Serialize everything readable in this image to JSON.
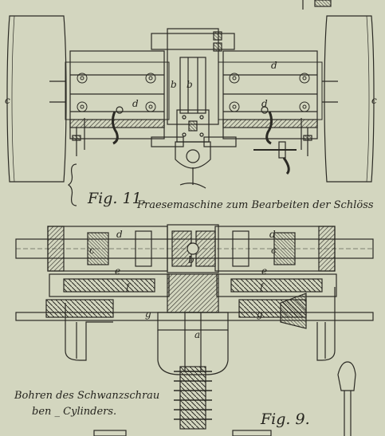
{
  "figure_11": {
    "caption_number": "Fig. 11.",
    "caption_text": "Fraesemaschine zum Bearbeiten der Schlöss"
  },
  "figure_9": {
    "caption_number": "Fig. 9.",
    "caption_text_line1": "Bohren des Schwanzschrau",
    "caption_text_line2": "ben _ Cylinders."
  },
  "labels": {
    "c_left": "c",
    "c_right": "c",
    "d_top": "d",
    "d_left": "d",
    "d_center": "d",
    "b_center": "b",
    "b_left_center": "b",
    "g_fig9_left": "g",
    "g_fig9_right": "g",
    "a_fig9": "a",
    "d_fig9_left": "d",
    "d_fig9_right": "d",
    "c_fig9_left": "c",
    "c_fig9_right": "c",
    "e_fig9_left": "e",
    "e_fig9_right": "e",
    "f_fig9_left": "f",
    "f_fig9_right": "f",
    "b_fig9": "b"
  },
  "colors": {
    "paper": "#d3d6bf",
    "ink": "#2b2a24"
  }
}
